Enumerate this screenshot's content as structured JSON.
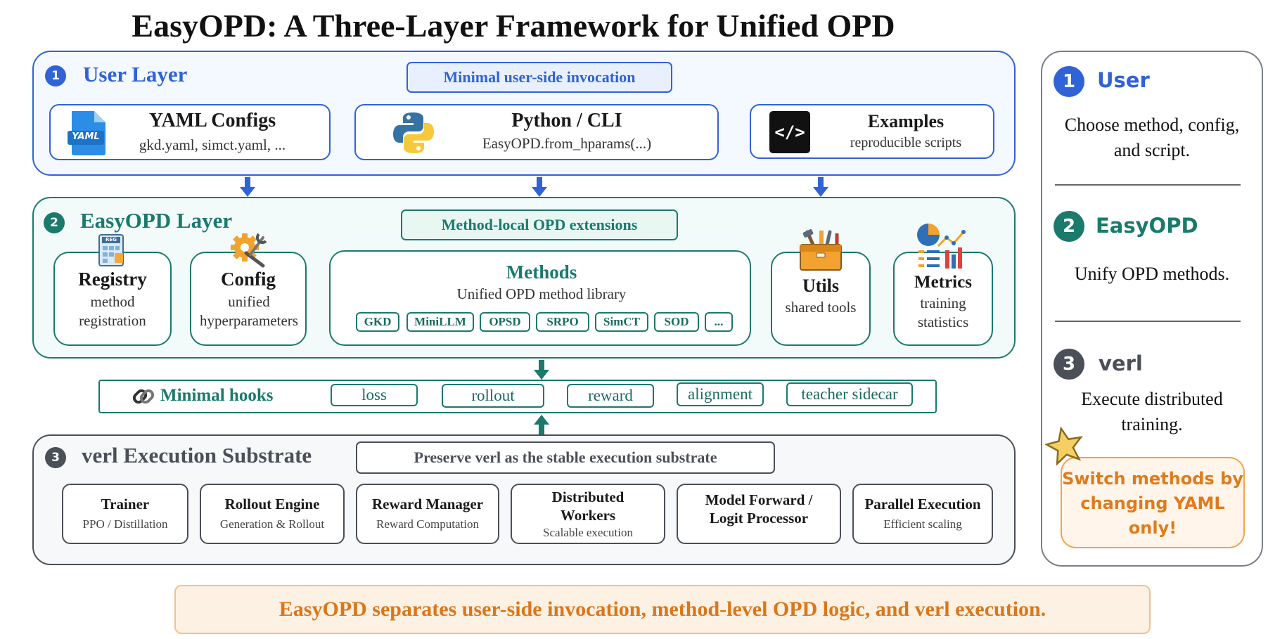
{
  "title": "EasyOPD: A Three-Layer Framework for Unified OPD",
  "colors": {
    "user": "#2f63d6",
    "easyopd": "#1a7a6c",
    "verl": "#4a4f58",
    "accent": "#e07a1a"
  },
  "user_layer": {
    "number": "1",
    "title": "User Layer",
    "tag": "Minimal user-side invocation",
    "cards": [
      {
        "icon": "yaml-file-icon",
        "icon_text": "YAML",
        "title": "YAML Configs",
        "subtitle": "gkd.yaml, simct.yaml, ..."
      },
      {
        "icon": "python-icon",
        "title": "Python / CLI",
        "subtitle": "EasyOPD.from_hparams(...)"
      },
      {
        "icon": "code-icon",
        "icon_text": "</>",
        "title": "Examples",
        "subtitle": "reproducible scripts"
      }
    ]
  },
  "easyopd_layer": {
    "number": "2",
    "title": "EasyOPD Layer",
    "tag": "Method-local OPD extensions",
    "registry": {
      "icon": "registry-icon",
      "icon_text": "REG",
      "title": "Registry",
      "subtitle": "method registration"
    },
    "config": {
      "icon": "gear-wrench-icon",
      "title": "Config",
      "subtitle": "unified hyperparameters"
    },
    "methods": {
      "title": "Methods",
      "subtitle": "Unified OPD method library",
      "chips": [
        "GKD",
        "MiniLLM",
        "OPSD",
        "SRPO",
        "SimCT",
        "SOD",
        "..."
      ]
    },
    "utils": {
      "icon": "toolbox-icon",
      "title": "Utils",
      "subtitle": "shared tools"
    },
    "metrics": {
      "icon": "chart-icon",
      "title": "Metrics",
      "subtitle": "training statistics"
    }
  },
  "hooks": {
    "icon": "link-icon",
    "label": "Minimal hooks",
    "items": [
      "loss",
      "rollout",
      "reward",
      "alignment",
      "teacher sidecar"
    ]
  },
  "verl_layer": {
    "number": "3",
    "title": "verl Execution Substrate",
    "tag": "Preserve verl as the stable execution substrate",
    "cards": [
      {
        "title": "Trainer",
        "subtitle": "PPO / Distillation"
      },
      {
        "title": "Rollout Engine",
        "subtitle": "Generation & Rollout"
      },
      {
        "title": "Reward Manager",
        "subtitle": "Reward Computation"
      },
      {
        "title": "Distributed Workers",
        "subtitle": "Scalable execution"
      },
      {
        "title": "Model Forward / Logit Processor",
        "subtitle": ""
      },
      {
        "title": "Parallel Execution",
        "subtitle": "Efficient scaling"
      }
    ]
  },
  "sidebar": {
    "items": [
      {
        "number": "1",
        "heading": "User",
        "text": "Choose method, config, and script."
      },
      {
        "number": "2",
        "heading": "EasyOPD",
        "text": "Unify OPD methods."
      },
      {
        "number": "3",
        "heading": "verl",
        "text": "Execute distributed training."
      }
    ],
    "callout": "Switch methods by changing YAML only!",
    "callout_icon": "star-icon"
  },
  "footer": "EasyOPD separates user-side invocation, method-level OPD logic, and verl execution."
}
